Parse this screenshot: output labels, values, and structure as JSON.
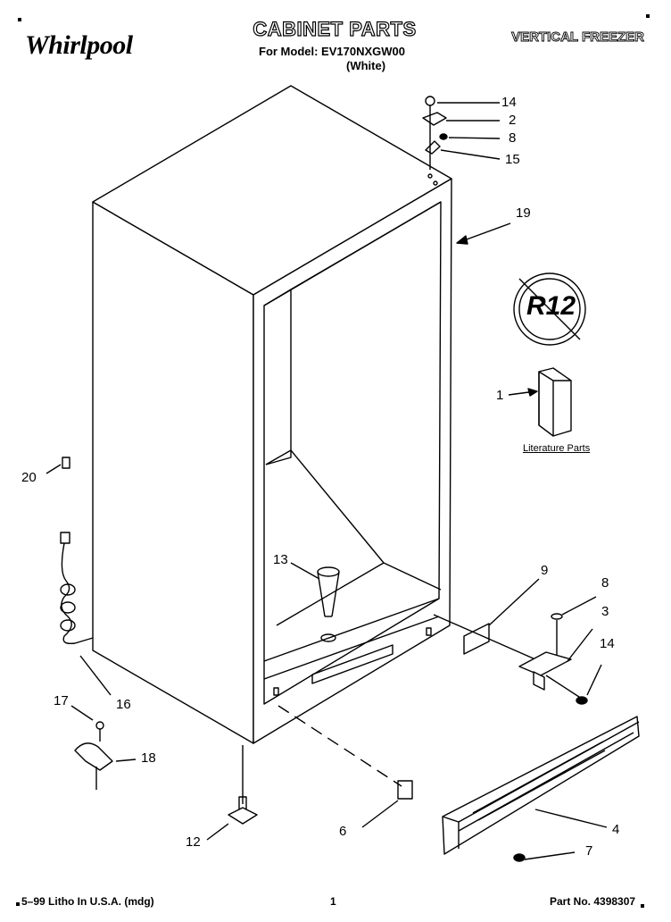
{
  "header": {
    "brand": "Whirlpool",
    "title": "CABINET PARTS",
    "model_line": "For Model: EV170NXGW00",
    "color_line": "(White)",
    "category": "VERTICAL FREEZER"
  },
  "callouts": {
    "c1": "1",
    "c2": "2",
    "c3": "3",
    "c4": "4",
    "c6": "6",
    "c7": "7",
    "c8a": "8",
    "c8b": "8",
    "c9": "9",
    "c12": "12",
    "c13": "13",
    "c14a": "14",
    "c14b": "14",
    "c15": "15",
    "c16": "16",
    "c17": "17",
    "c18": "18",
    "c19": "19",
    "c20": "20"
  },
  "literature_label": "Literature Parts",
  "r12_label": "R12",
  "footer": {
    "left": "5–99 Litho In U.S.A. (mdg)",
    "page": "1",
    "part_no": "Part No. 4398307"
  }
}
